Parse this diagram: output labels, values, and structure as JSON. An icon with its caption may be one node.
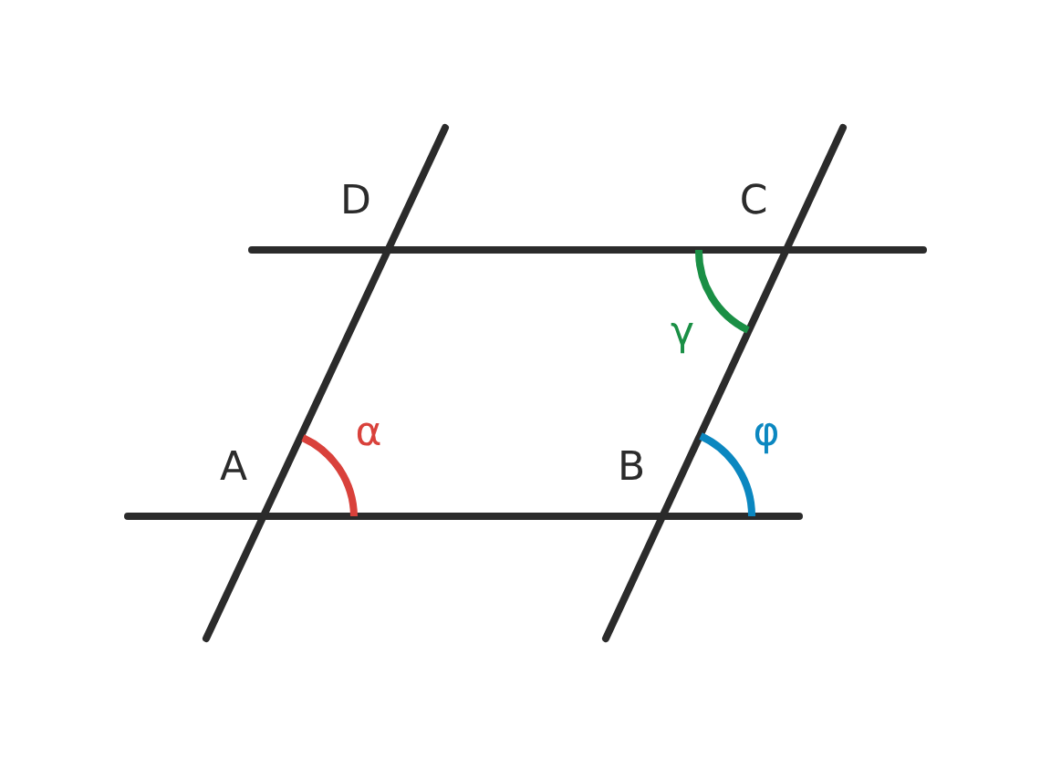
{
  "diagram": {
    "labels": [
      "D",
      "C",
      "γ",
      "A",
      "α",
      "B",
      "φ"
    ]
  }
}
